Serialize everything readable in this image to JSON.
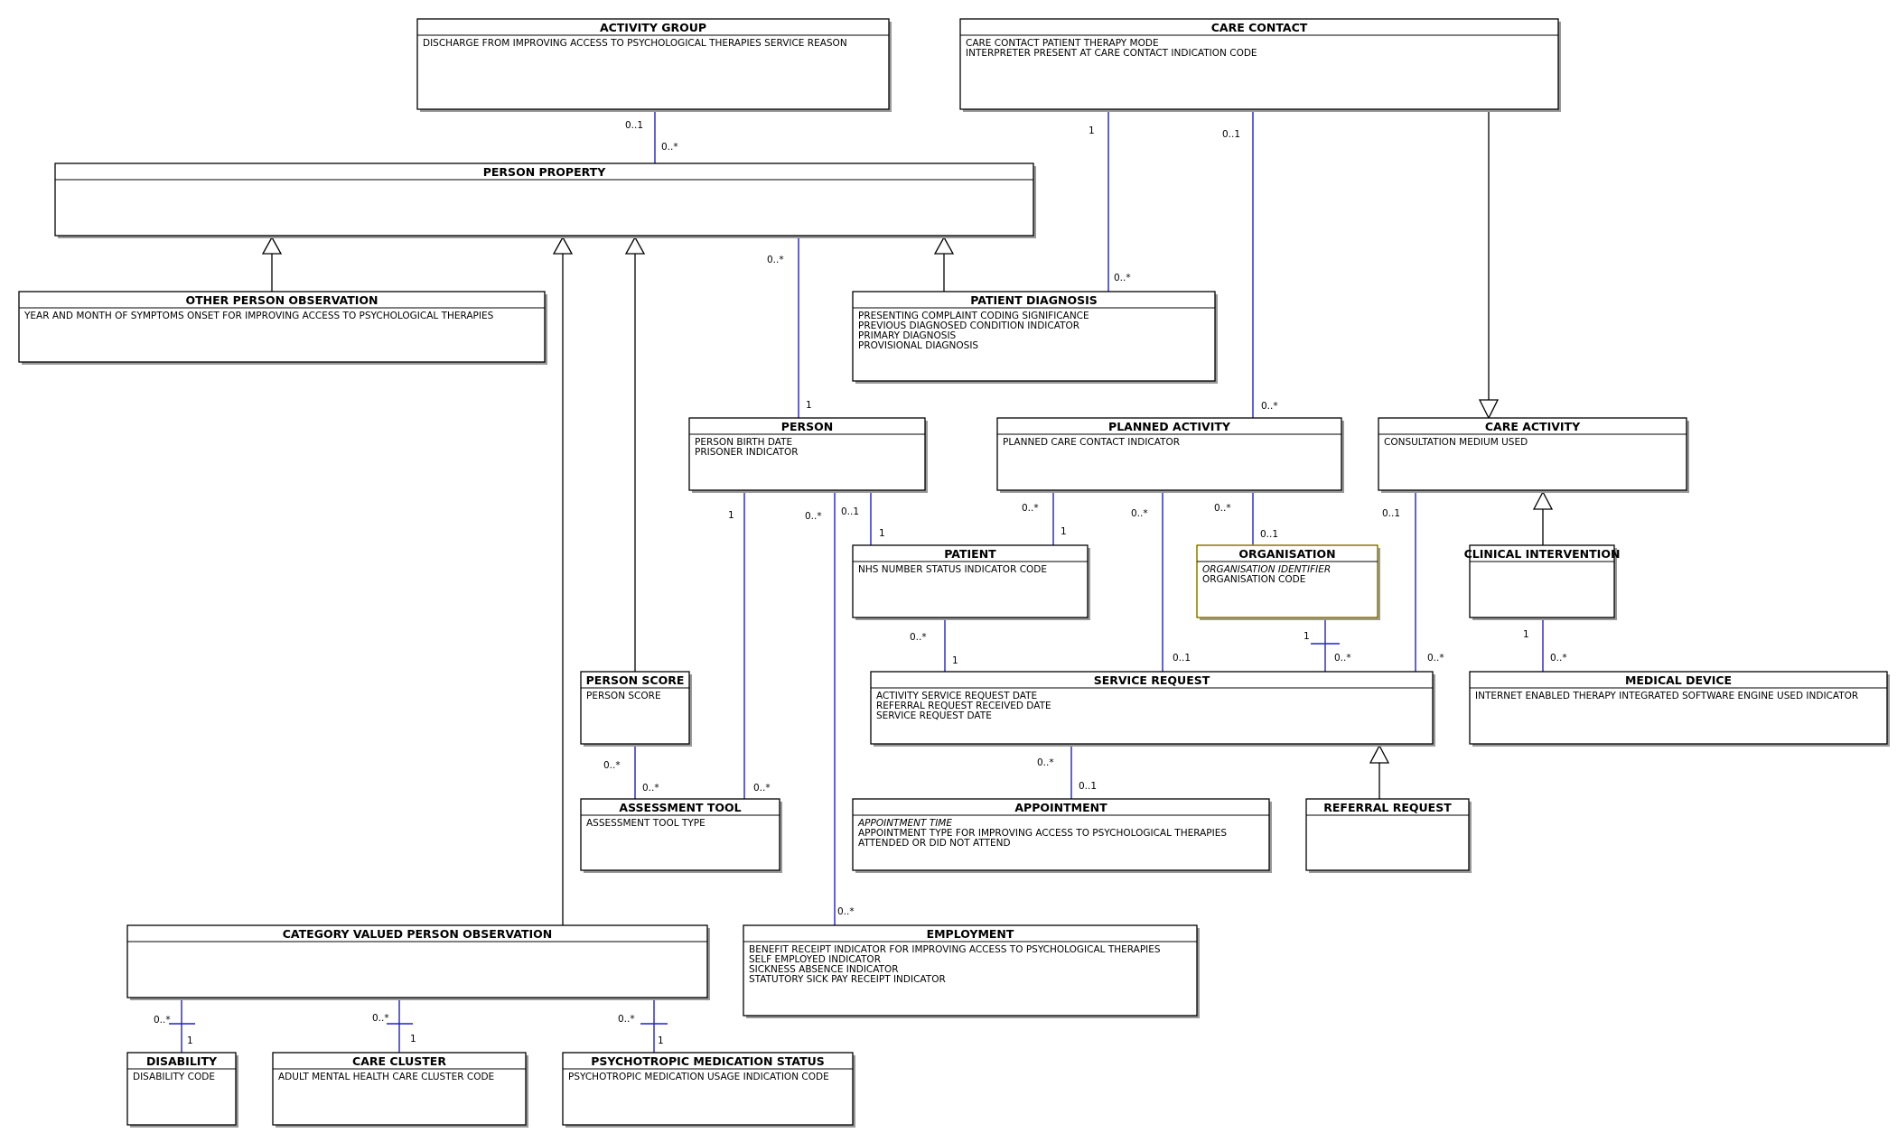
{
  "diagram": {
    "classes": {
      "activity_group": {
        "title": "ACTIVITY GROUP",
        "attrs": [
          "DISCHARGE FROM IMPROVING ACCESS TO PSYCHOLOGICAL THERAPIES SERVICE REASON"
        ]
      },
      "care_contact": {
        "title": "CARE CONTACT",
        "attrs": [
          "CARE CONTACT PATIENT THERAPY MODE",
          "INTERPRETER PRESENT AT CARE CONTACT INDICATION CODE"
        ]
      },
      "person_property": {
        "title": "PERSON PROPERTY",
        "attrs": []
      },
      "other_person_observation": {
        "title": "OTHER PERSON OBSERVATION",
        "attrs": [
          "YEAR AND MONTH OF SYMPTOMS ONSET FOR IMPROVING ACCESS TO PSYCHOLOGICAL THERAPIES"
        ]
      },
      "patient_diagnosis": {
        "title": "PATIENT DIAGNOSIS",
        "attrs": [
          "PRESENTING COMPLAINT CODING SIGNIFICANCE",
          "PREVIOUS DIAGNOSED CONDITION INDICATOR",
          "PRIMARY DIAGNOSIS",
          "PROVISIONAL DIAGNOSIS"
        ]
      },
      "person": {
        "title": "PERSON",
        "attrs": [
          "PERSON BIRTH DATE",
          "PRISONER INDICATOR"
        ]
      },
      "planned_activity": {
        "title": "PLANNED ACTIVITY",
        "attrs": [
          "PLANNED CARE CONTACT INDICATOR"
        ]
      },
      "care_activity": {
        "title": "CARE ACTIVITY",
        "attrs": [
          "CONSULTATION MEDIUM USED"
        ]
      },
      "patient": {
        "title": "PATIENT",
        "attrs": [
          "NHS NUMBER STATUS INDICATOR CODE"
        ]
      },
      "organisation": {
        "title": "ORGANISATION",
        "attrs": [
          "ORGANISATION IDENTIFIER",
          "ORGANISATION CODE"
        ]
      },
      "clinical_intervention": {
        "title": "CLINICAL INTERVENTION",
        "attrs": []
      },
      "person_score": {
        "title": "PERSON SCORE",
        "attrs": [
          "PERSON SCORE"
        ]
      },
      "service_request": {
        "title": "SERVICE REQUEST",
        "attrs": [
          "ACTIVITY SERVICE REQUEST DATE",
          "REFERRAL REQUEST RECEIVED DATE",
          "SERVICE REQUEST DATE"
        ]
      },
      "medical_device": {
        "title": "MEDICAL DEVICE",
        "attrs": [
          "INTERNET ENABLED THERAPY INTEGRATED SOFTWARE ENGINE USED INDICATOR"
        ]
      },
      "assessment_tool": {
        "title": "ASSESSMENT TOOL",
        "attrs": [
          "ASSESSMENT TOOL TYPE"
        ]
      },
      "appointment": {
        "title": "APPOINTMENT",
        "attrs": [
          "APPOINTMENT TIME",
          "APPOINTMENT TYPE FOR IMPROVING ACCESS TO PSYCHOLOGICAL THERAPIES",
          "ATTENDED OR DID NOT ATTEND"
        ]
      },
      "referral_request": {
        "title": "REFERRAL REQUEST",
        "attrs": []
      },
      "category_valued_person_observation": {
        "title": "CATEGORY VALUED PERSON OBSERVATION",
        "attrs": []
      },
      "employment": {
        "title": "EMPLOYMENT",
        "attrs": [
          "BENEFIT RECEIPT INDICATOR FOR IMPROVING ACCESS TO PSYCHOLOGICAL THERAPIES",
          "SELF EMPLOYED INDICATOR",
          "SICKNESS ABSENCE INDICATOR",
          "STATUTORY SICK PAY RECEIPT INDICATOR"
        ]
      },
      "disability": {
        "title": "DISABILITY",
        "attrs": [
          "DISABILITY CODE"
        ]
      },
      "care_cluster": {
        "title": "CARE CLUSTER",
        "attrs": [
          "ADULT MENTAL HEALTH CARE CLUSTER CODE"
        ]
      },
      "psychotropic_medication_status": {
        "title": "PSYCHOTROPIC MEDICATION STATUS",
        "attrs": [
          "PSYCHOTROPIC MEDICATION USAGE INDICATION CODE"
        ]
      }
    },
    "italic_attributes": [
      "APPOINTMENT TIME",
      "ORGANISATION IDENTIFIER"
    ],
    "highlight_color": "#e8d400",
    "association_color": "#2020c8",
    "associations": [
      {
        "from": "activity_group",
        "to": "person_property",
        "from_mult": "0..1",
        "to_mult": "0..*"
      },
      {
        "from": "care_contact",
        "to": "patient_diagnosis",
        "from_mult": "1",
        "to_mult": "0..*"
      },
      {
        "from": "care_contact",
        "to": "planned_activity",
        "from_mult": "0..1",
        "to_mult": "0..*"
      },
      {
        "from": "person_property",
        "to": "person",
        "from_mult": "0..*",
        "to_mult": "1"
      },
      {
        "from": "person",
        "to": "patient",
        "from_mult": "0..1",
        "to_mult": "1"
      },
      {
        "from": "person",
        "to": "assessment_tool",
        "from_mult": "1",
        "to_mult": "0..*"
      },
      {
        "from": "person",
        "to": "employment",
        "from_mult": "0..*",
        "to_mult": "0..*"
      },
      {
        "from": "planned_activity",
        "to": "patient",
        "from_mult": "0..*",
        "to_mult": "1"
      },
      {
        "from": "planned_activity",
        "to": "service_request",
        "from_mult": "0..*",
        "to_mult": "0..1"
      },
      {
        "from": "planned_activity",
        "to": "organisation",
        "from_mult": "0..*",
        "to_mult": "0..1"
      },
      {
        "from": "organisation",
        "to": "service_request",
        "from_mult": "1",
        "to_mult": "0..*"
      },
      {
        "from": "care_activity",
        "to": "service_request",
        "from_mult": "0..1",
        "to_mult": "0..*"
      },
      {
        "from": "patient",
        "to": "service_request",
        "from_mult": "0..*",
        "to_mult": "1"
      },
      {
        "from": "clinical_intervention",
        "to": "medical_device",
        "from_mult": "1",
        "to_mult": "0..*"
      },
      {
        "from": "person_score",
        "to": "assessment_tool",
        "from_mult": "0..*",
        "to_mult": "0..*"
      },
      {
        "from": "service_request",
        "to": "appointment",
        "from_mult": "0..*",
        "to_mult": "0..1"
      },
      {
        "from": "category_valued_person_observation",
        "to": "disability",
        "from_mult": "0..*",
        "to_mult": "1"
      },
      {
        "from": "category_valued_person_observation",
        "to": "care_cluster",
        "from_mult": "0..*",
        "to_mult": "1"
      },
      {
        "from": "category_valued_person_observation",
        "to": "psychotropic_medication_status",
        "from_mult": "0..*",
        "to_mult": "1"
      }
    ],
    "generalizations": [
      {
        "child": "other_person_observation",
        "parent": "person_property"
      },
      {
        "child": "category_valued_person_observation",
        "parent": "person_property"
      },
      {
        "child": "person_score",
        "parent": "person_property"
      },
      {
        "child": "patient_diagnosis",
        "parent": "person_property"
      },
      {
        "child": "care_contact",
        "parent": "care_activity"
      },
      {
        "child": "clinical_intervention",
        "parent": "care_activity"
      },
      {
        "child": "referral_request",
        "parent": "service_request"
      }
    ]
  }
}
